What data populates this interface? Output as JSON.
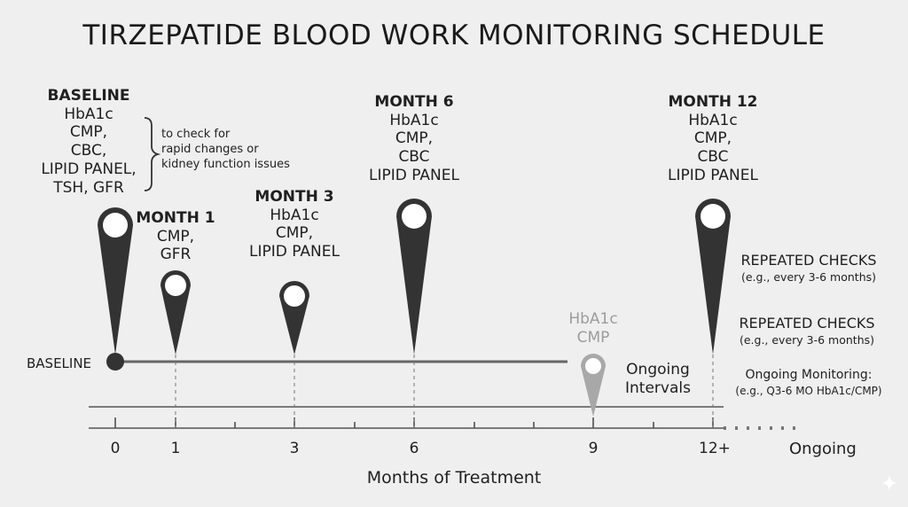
{
  "title": "TIRZEPATIDE BLOOD WORK MONITORING SCHEDULE",
  "axis": {
    "title": "Months of Treatment",
    "ticks": [
      "0",
      "1",
      "3",
      "6",
      "9",
      "12+"
    ],
    "ongoing": "Ongoing",
    "baseline_label": "BASELINE"
  },
  "milestones": {
    "baseline": {
      "header": "BASELINE",
      "tests": [
        "HbA1c",
        "CMP,",
        "CBC,",
        "LIPID PANEL,",
        "TSH, GFR"
      ],
      "note": [
        "to check for",
        "rapid changes or",
        "kidney function issues"
      ]
    },
    "month1": {
      "header": "MONTH 1",
      "tests": [
        "CMP,",
        "GFR"
      ]
    },
    "month3": {
      "header": "MONTH 3",
      "tests": [
        "HbA1c",
        "CMP,",
        "LIPID PANEL"
      ]
    },
    "month6": {
      "header": "MONTH 6",
      "tests": [
        "HbA1c",
        "CMP,",
        "CBC",
        "LIPID PANEL"
      ]
    },
    "month9": {
      "tests": [
        "HbA1c",
        "CMP"
      ],
      "intervals": [
        "Ongoing",
        "Intervals"
      ]
    },
    "month12": {
      "header": "MONTH 12",
      "tests": [
        "HbA1c",
        "CMP,",
        "CBC",
        "LIPID PANEL"
      ]
    }
  },
  "repeated_checks": [
    {
      "title": "REPEATED CHECKS",
      "sub": "(e.g., every 3-6 months)"
    },
    {
      "title": "REPEATED CHECKS",
      "sub": "(e.g., every 3-6 months)"
    }
  ],
  "ongoing_monitoring": {
    "title": "Ongoing Monitoring:",
    "sub": "(e.g., Q3-6 MO HbA1c/CMP)"
  },
  "colors": {
    "pin": "#333333",
    "pin_faded": "#a8a8a8",
    "line": "#5a5a5a",
    "background": "#efefef"
  }
}
